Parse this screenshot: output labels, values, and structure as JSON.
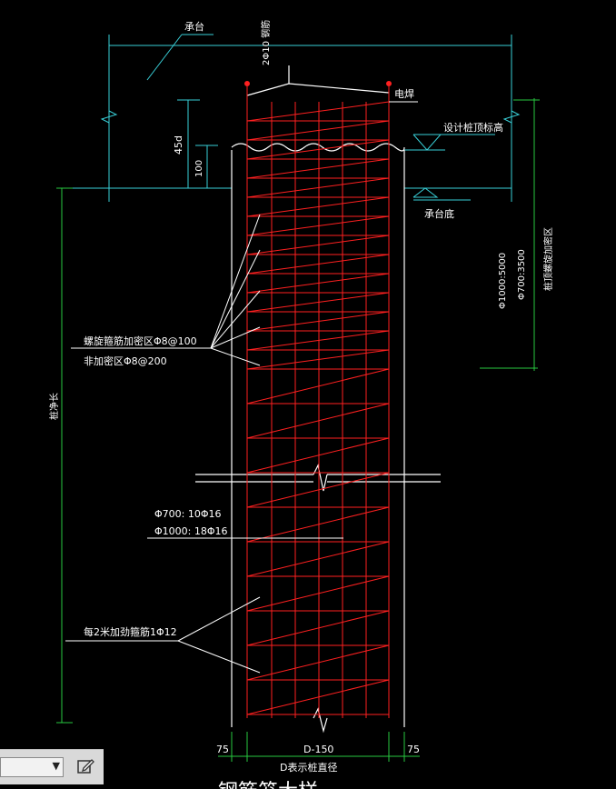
{
  "labels": {
    "cap": "承台",
    "top_bars": "2Φ10 钢筋",
    "weld": "电焊",
    "design_elev": "设计桩顶标高",
    "cap_bottom": "承台底",
    "anchor": "45d",
    "embed": "100",
    "reinforce_len": "Φ1000:5000",
    "reinforce_len2": "Φ700:3500",
    "reinforce_zone": "桩顶螺旋加密区",
    "spiral_dense": "螺旋箍筋加密区Φ8@100",
    "spiral_normal": "非加密区Φ8@200",
    "pile_length": "桩净长",
    "main_bars_700": "Φ700: 10Φ16",
    "main_bars_1000": "Φ1000: 18Φ16",
    "stiffener": "每2米加劲箍筋1Φ12",
    "cover_left": "75",
    "core": "D-150",
    "cover_right": "75",
    "diameter_note": "D表示桩直径",
    "title_partial": "钢筋笼大样"
  },
  "colors": {
    "background": "#000000",
    "rebar": "#ff2020",
    "outline": "#ffffff",
    "dimension": "#27c93f",
    "cap_line": "#39d0d8"
  }
}
